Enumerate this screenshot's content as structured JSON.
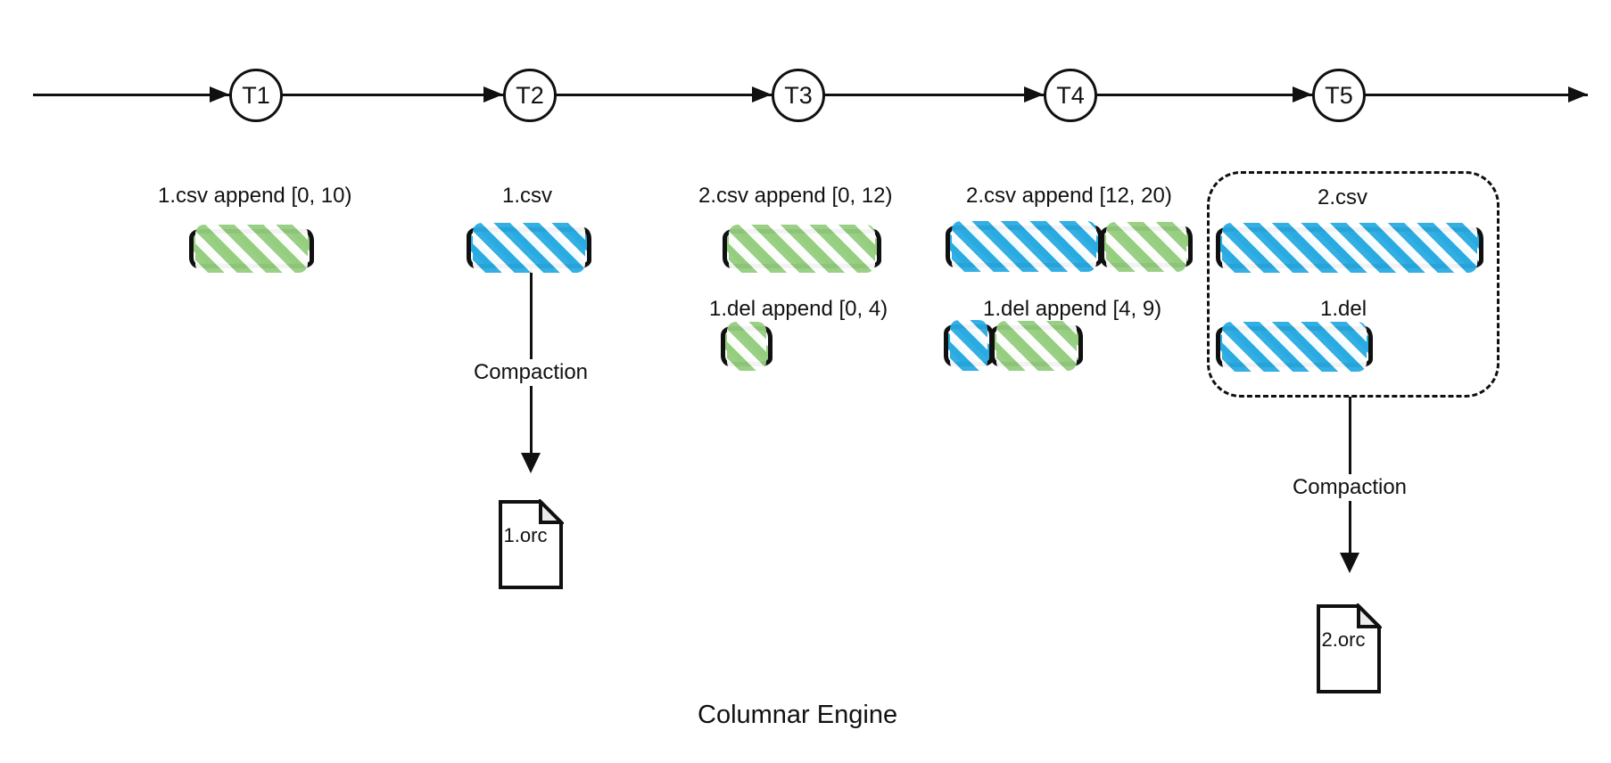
{
  "title": "Columnar Engine",
  "colors": {
    "green": "#95ce7f",
    "blue": "#29abe2",
    "stroke": "#101010"
  },
  "snapshots": [
    {
      "time": "T1",
      "files": [
        {
          "label": "1.csv append [0, 10)",
          "segments": [
            "green"
          ]
        }
      ]
    },
    {
      "time": "T2",
      "files": [
        {
          "label": "1.csv",
          "segments": [
            "blue"
          ]
        }
      ],
      "compaction": {
        "label": "Compaction",
        "output": "1.orc"
      }
    },
    {
      "time": "T3",
      "files": [
        {
          "label": "2.csv append [0, 12)",
          "segments": [
            "green"
          ]
        },
        {
          "label": "1.del append [0, 4)",
          "segments": [
            "green"
          ]
        }
      ]
    },
    {
      "time": "T4",
      "files": [
        {
          "label": "2.csv append [12, 20)",
          "segments": [
            "blue",
            "green"
          ]
        },
        {
          "label": "1.del append [4, 9)",
          "segments": [
            "blue",
            "green"
          ]
        }
      ]
    },
    {
      "time": "T5",
      "grouped": true,
      "files": [
        {
          "label": "2.csv",
          "segments": [
            "blue"
          ]
        },
        {
          "label": "1.del",
          "segments": [
            "blue"
          ]
        }
      ],
      "compaction": {
        "label": "Compaction",
        "output": "2.orc"
      }
    }
  ]
}
